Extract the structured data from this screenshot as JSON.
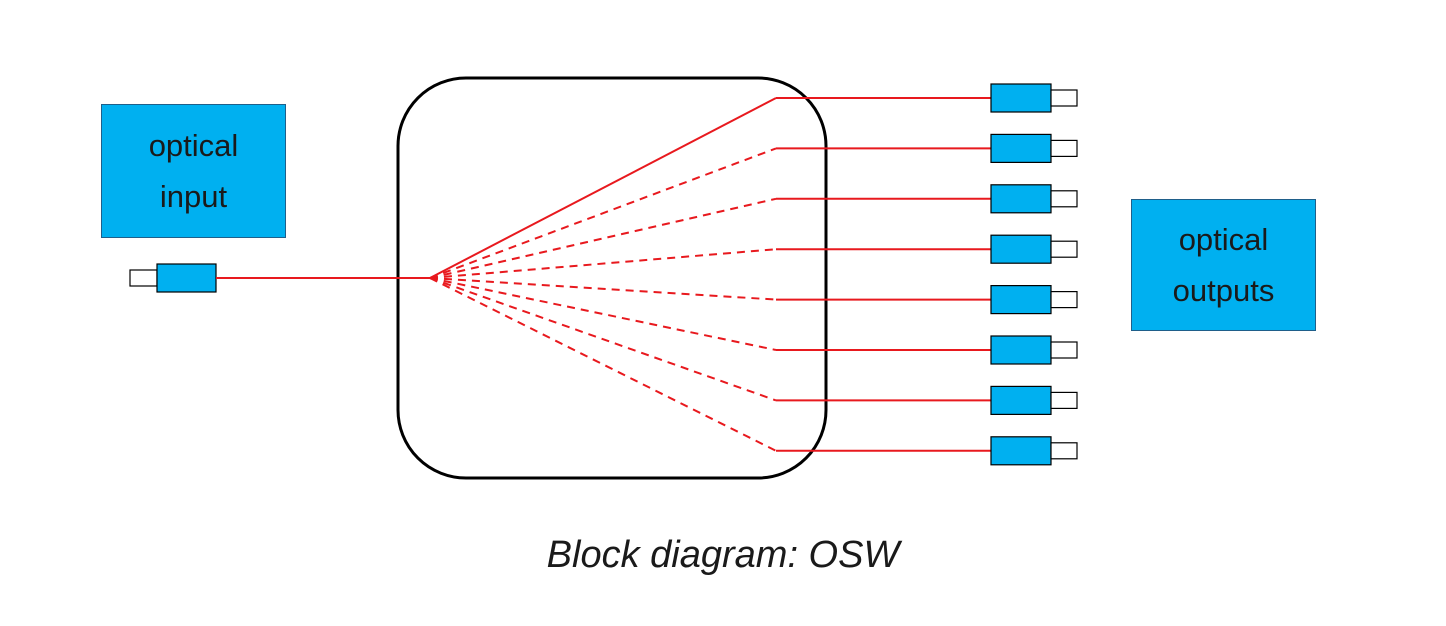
{
  "input_label": {
    "line1": "optical",
    "line2": "input"
  },
  "output_label": {
    "line1": "optical",
    "line2": "outputs"
  },
  "caption": "Block diagram: OSW",
  "colors": {
    "connector_fill": "#00b0f0",
    "fiber": "#e8191e",
    "switch_outline": "#000000"
  },
  "output_count": 8,
  "active_output": 1
}
